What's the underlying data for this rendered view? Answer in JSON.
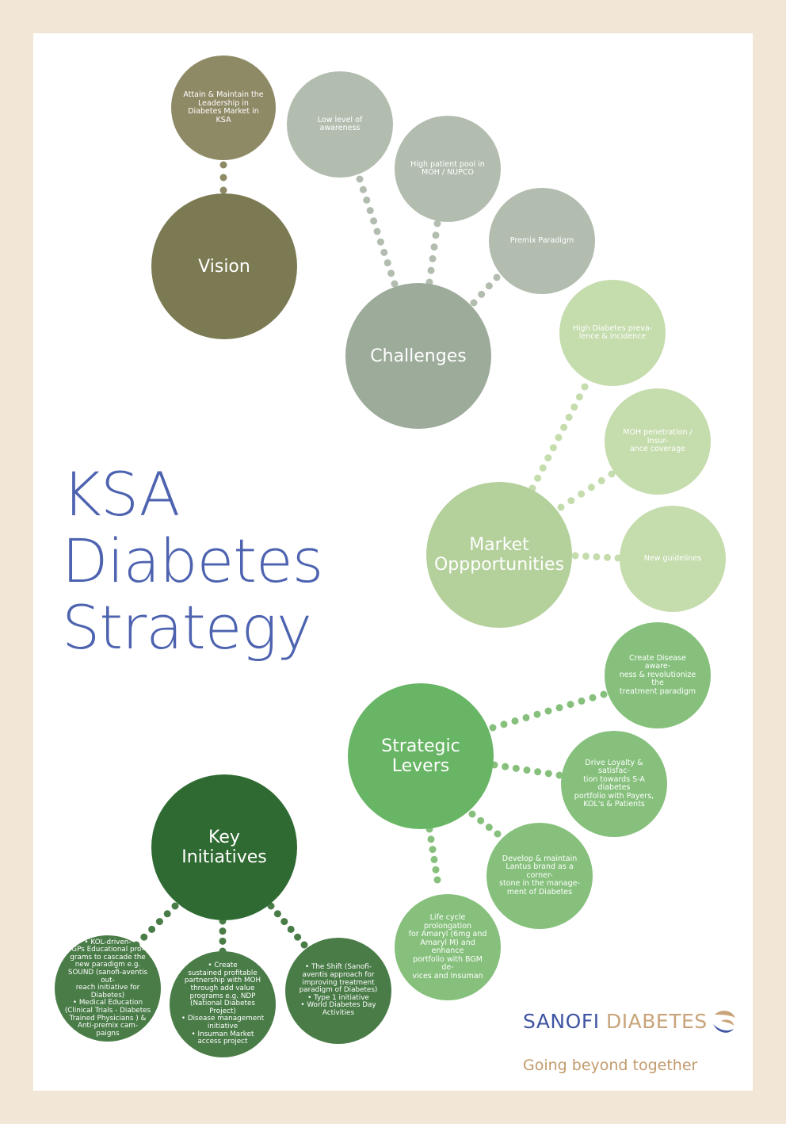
{
  "title": "KSA\nDiabetes\nStrategy",
  "brand": {
    "part1": "SANOFI ",
    "part2": "DIABETES",
    "tagline": "Going beyond together"
  },
  "colors": {
    "vision": "#7b7a52",
    "vision_child": "#8f8a66",
    "challenges": "#9dab9b",
    "challenge_child": "#b2bdaf",
    "market": "#b4d09b",
    "market_child": "#c5dcad",
    "levers": "#68b565",
    "lever_child": "#86c07c",
    "key": "#2f6a32",
    "key_child": "#4a7c48"
  },
  "diagram": {
    "hubs": [
      {
        "id": "vision",
        "label": "Vision",
        "children": [
          "Attain & Maintain the Leadership in Diabetes Market in KSA"
        ]
      },
      {
        "id": "challenges",
        "label": "Challenges",
        "children": [
          "Low level of awareness",
          "High patient pool in MOH / NUPCO",
          "Premix Paradigm"
        ]
      },
      {
        "id": "market",
        "label": "Market\nOppportunities",
        "children": [
          "High Diabetes preva-\nlence & incidence",
          "MOH penetration / Insur-\nance coverage",
          "New guidelines"
        ]
      },
      {
        "id": "levers",
        "label": "Strategic\nLevers",
        "children": [
          "Create Disease aware-\nness & revolutionize the\ntreatment paradigm",
          "Drive Loyalty & satisfac-\ntion towards S-A diabetes\nportfolio with Payers,\nKOL's & Patients",
          "Develop & maintain\nLantus brand as a corner-\nstone in the manage-\nment of Diabetes",
          "Life cycle prolongation\nfor Amaryl (6mg and\nAmaryl M) and enhance\nportfolio with BGM de-\nvices and Insuman"
        ]
      },
      {
        "id": "key",
        "label": "Key\nInitiatives",
        "children": [
          "• KOL-driven-\nGPs Educational pro-\ngrams to cascade the\nnew paradigm e.g.\nSOUND (sanofi-aventis out-\nreach initiative for Diabetes)\n• Medical Education\n(Clinical Trials - Diabetes\nTrained Physicians ) &\nAnti-premix cam-\npaigns",
          "• Create\nsustained profitable\npartnership with MOH\nthrough add value\nprograms e.g. NDP\n(National Diabetes Project)\n• Disease management\ninitiative\n• Insuman Market\naccess project",
          "• The Shift (Sanofi-\naventis approach for\nimproving treatment\nparadigm of Diabetes)\n• Type 1 initiative\n• World Diabetes Day\nActivities"
        ]
      }
    ]
  }
}
